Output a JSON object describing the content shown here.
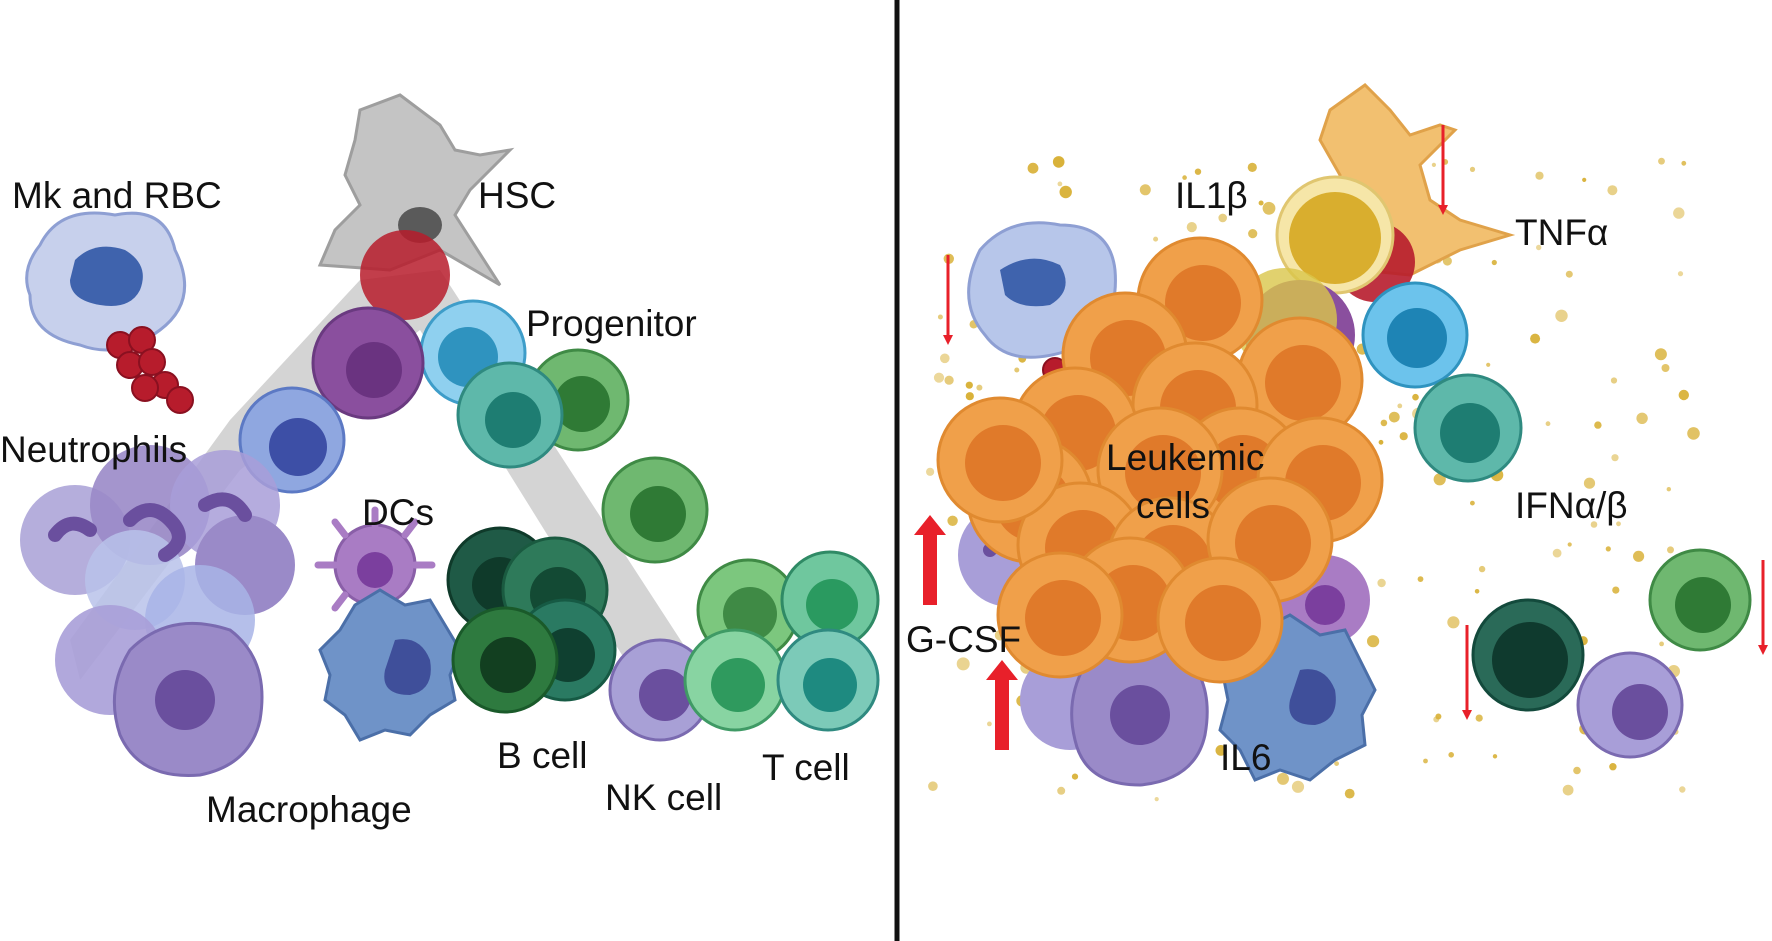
{
  "left_panel": {
    "labels": {
      "hsc": "HSC",
      "mk_rbc": "Mk and RBC",
      "progenitor": "Progenitor",
      "neutrophils": "Neutrophils",
      "dcs": "DCs",
      "macrophage": "Macrophage",
      "b_cell": "B cell",
      "nk_cell": "NK cell",
      "t_cell": "T cell"
    }
  },
  "right_panel": {
    "labels": {
      "il1b": "IL1β",
      "tnfa": "TNFα",
      "leukemic_line1": "Leukemic",
      "leukemic_line2": "cells",
      "ifn": "IFNα/β",
      "gcsf": "G-CSF",
      "il6": "IL6"
    }
  },
  "colors": {
    "divider": "#111111",
    "arrow": "#e8202a",
    "cytokine_dot": "#d9b23a",
    "leukemic": "#f0a04a",
    "leukemic_nucleus": "#e07a2a",
    "hsc": "#bdbdbd",
    "rbc": "#b71c2c",
    "progenitor": "#4fb0d8",
    "lymph_green": "#4e9a4a",
    "teal": "#2f9f95",
    "dark_green": "#1f5a46",
    "macrophage": "#9a8ac8",
    "dc_blue": "#5a82b8"
  },
  "arrows": {
    "down": [
      "mk-rbc",
      "tnf-alpha",
      "b-cell",
      "t-cell"
    ],
    "up": [
      "g-csf-upper",
      "g-csf-lower"
    ]
  }
}
